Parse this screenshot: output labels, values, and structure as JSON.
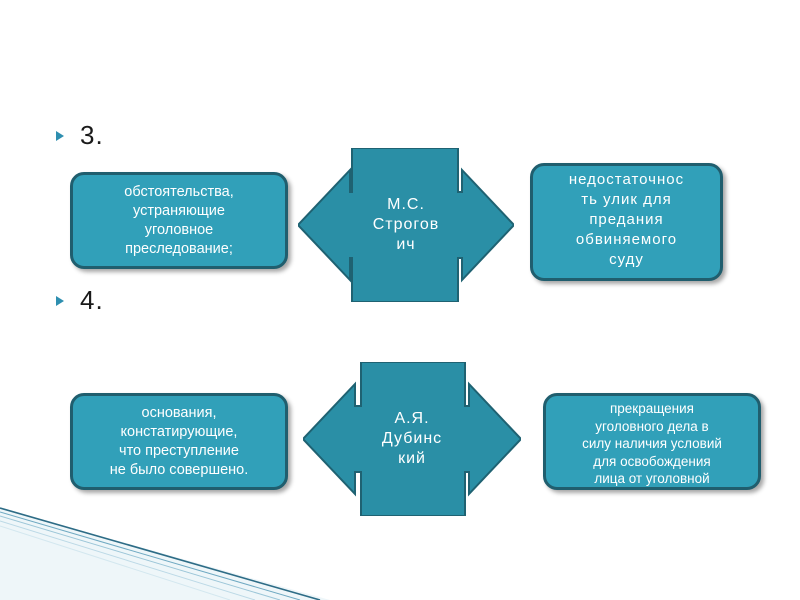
{
  "bullets": [
    {
      "text": "3."
    },
    {
      "text": "4."
    }
  ],
  "rows": [
    {
      "left_text": "обстоятельства,\nустраняющие\nуголовное\nпреследование;",
      "center_text": "М.С.\nСтрогов\nич",
      "right_text": "недостаточнос\nть улик для\nпредания\nобвиняемого\nсуду"
    },
    {
      "left_text": "основания,\nконстатирующие,\nчто преступление\nне было совершено.",
      "center_text": "А.Я.\nДубинс\nкий",
      "right_text": "прекращения\nуголовного дела в\nсилу наличия условий\nдля освобождения\nлица от уголовной"
    }
  ],
  "colors": {
    "box_fill": "#31a0b9",
    "box_border": "#205e6e",
    "arrow_fill": "#2a8fa6",
    "arrow_stroke": "#1f6272",
    "bullet": "#2e8fb0"
  }
}
